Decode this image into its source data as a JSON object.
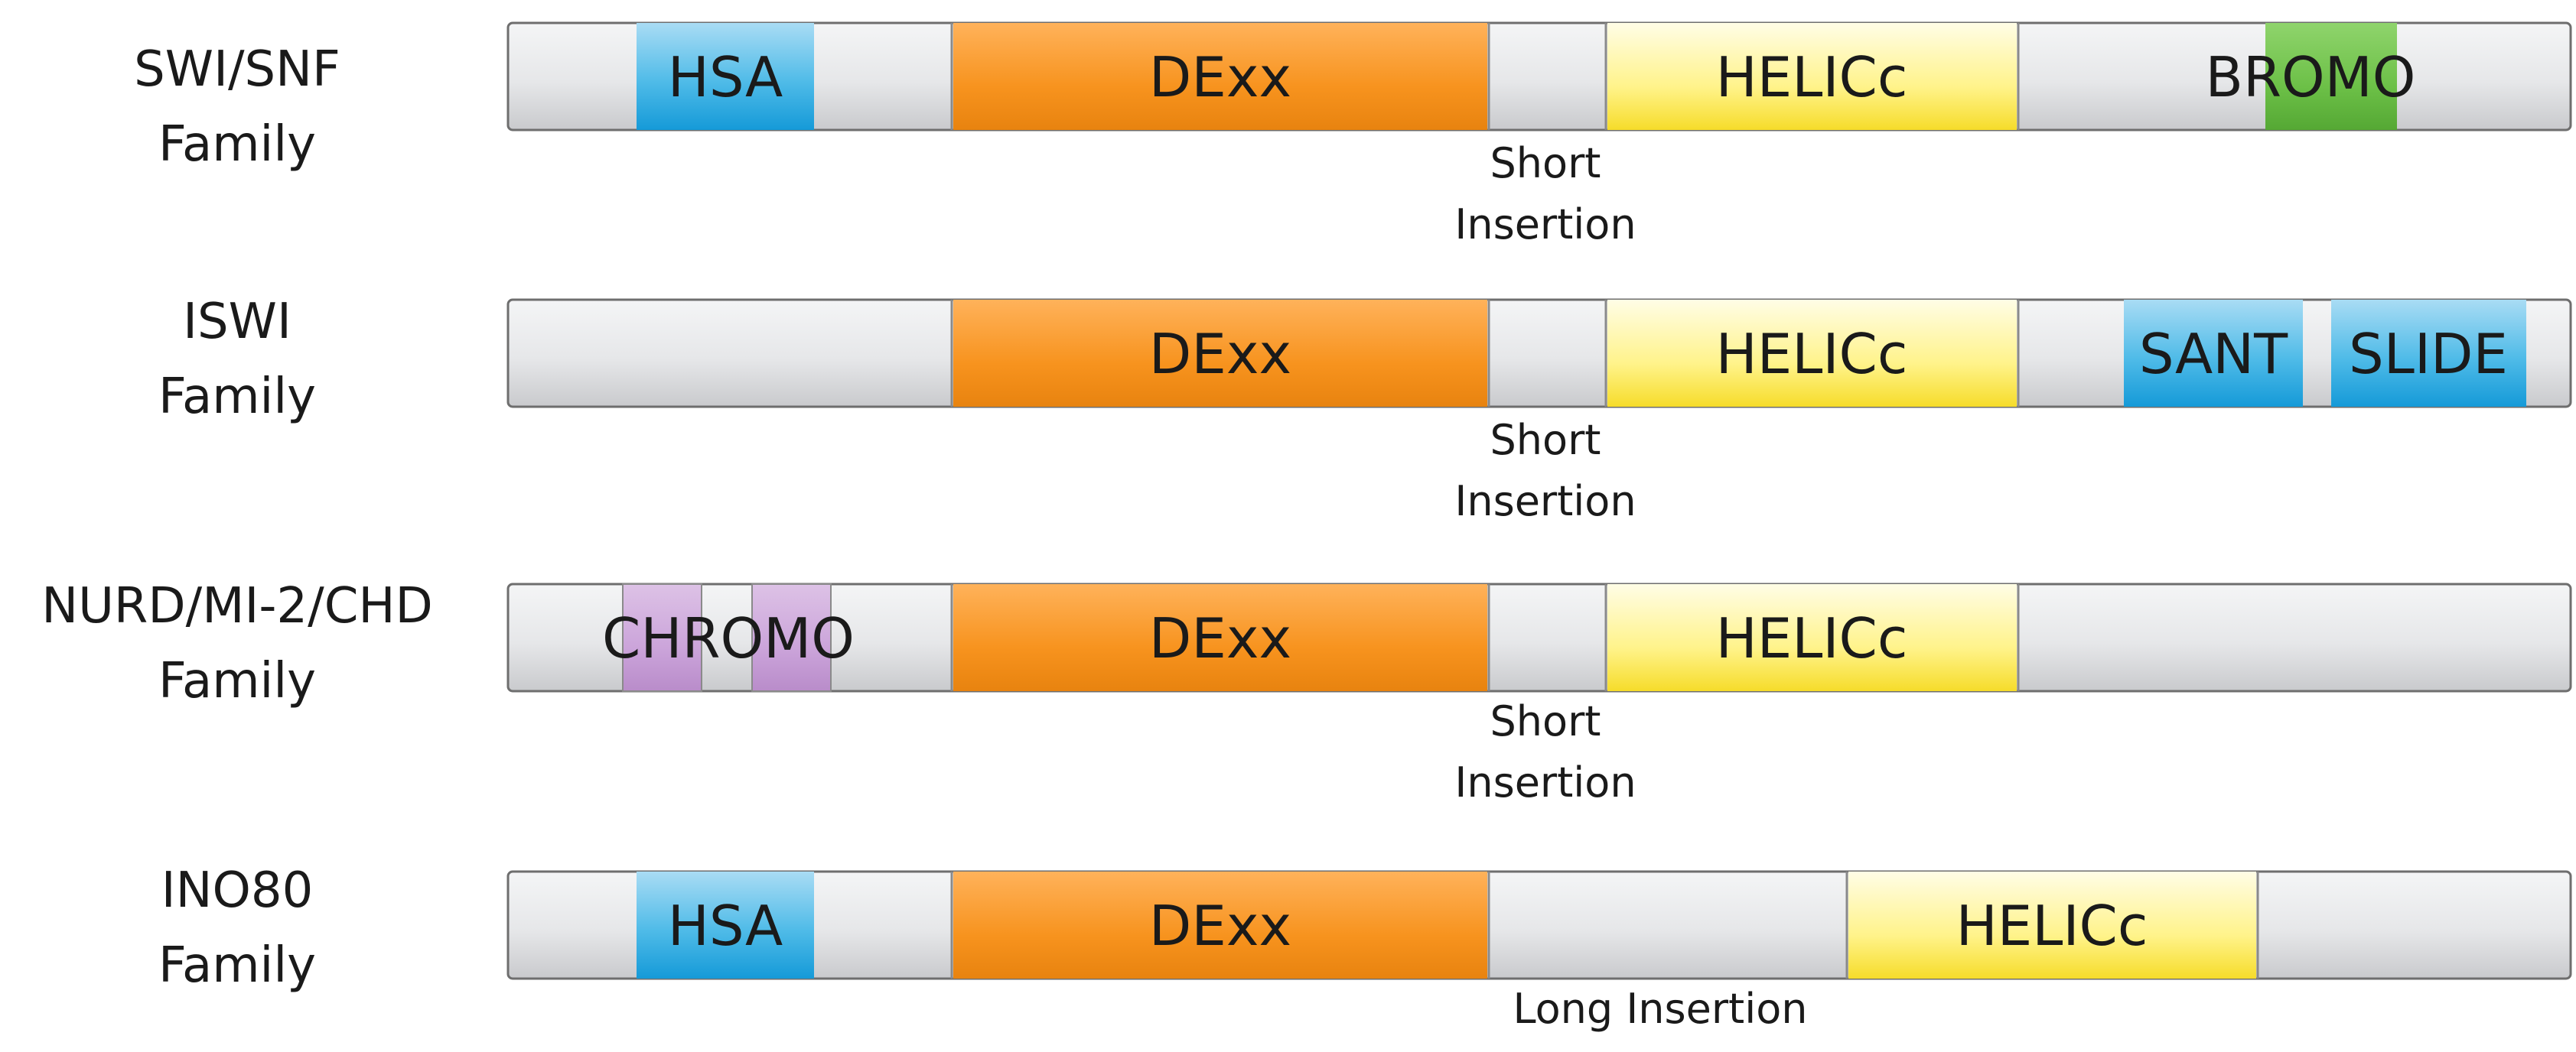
{
  "families": [
    {
      "name_line1": "SWI/SNF",
      "name_line2": "Family",
      "insertion": {
        "line1": "Short",
        "line2": "Insertion"
      },
      "domains": [
        {
          "label": "HSA",
          "color": "blue"
        },
        {
          "label": "DExx",
          "color": "orange"
        },
        {
          "label": "HELICc",
          "color": "yellow"
        },
        {
          "label": "BROMO",
          "color": "green"
        }
      ]
    },
    {
      "name_line1": "ISWI",
      "name_line2": "Family",
      "insertion": {
        "line1": "Short",
        "line2": "Insertion"
      },
      "domains": [
        {
          "label": "DExx",
          "color": "orange"
        },
        {
          "label": "HELICc",
          "color": "yellow"
        },
        {
          "label": "SANT",
          "color": "blue"
        },
        {
          "label": "SLIDE",
          "color": "blue"
        }
      ]
    },
    {
      "name_line1": "NURD/MI-2/CHD",
      "name_line2": "Family",
      "insertion": {
        "line1": "Short",
        "line2": "Insertion"
      },
      "domains": [
        {
          "label": "CHROMO",
          "color": "purple"
        },
        {
          "label": "DExx",
          "color": "orange"
        },
        {
          "label": "HELICc",
          "color": "yellow"
        }
      ]
    },
    {
      "name_line1": "INO80",
      "name_line2": "Family",
      "insertion": {
        "line1": "Long Insertion"
      },
      "domains": [
        {
          "label": "HSA",
          "color": "blue"
        },
        {
          "label": "DExx",
          "color": "orange"
        },
        {
          "label": "HELICc",
          "color": "yellow"
        }
      ]
    }
  ],
  "colors": {
    "orange": "#f7931e",
    "yellow": "#fff176",
    "blue": "#29a8e0",
    "green": "#66bb44",
    "purple": "#c9a0d8",
    "grey": "#e4e5e7"
  }
}
